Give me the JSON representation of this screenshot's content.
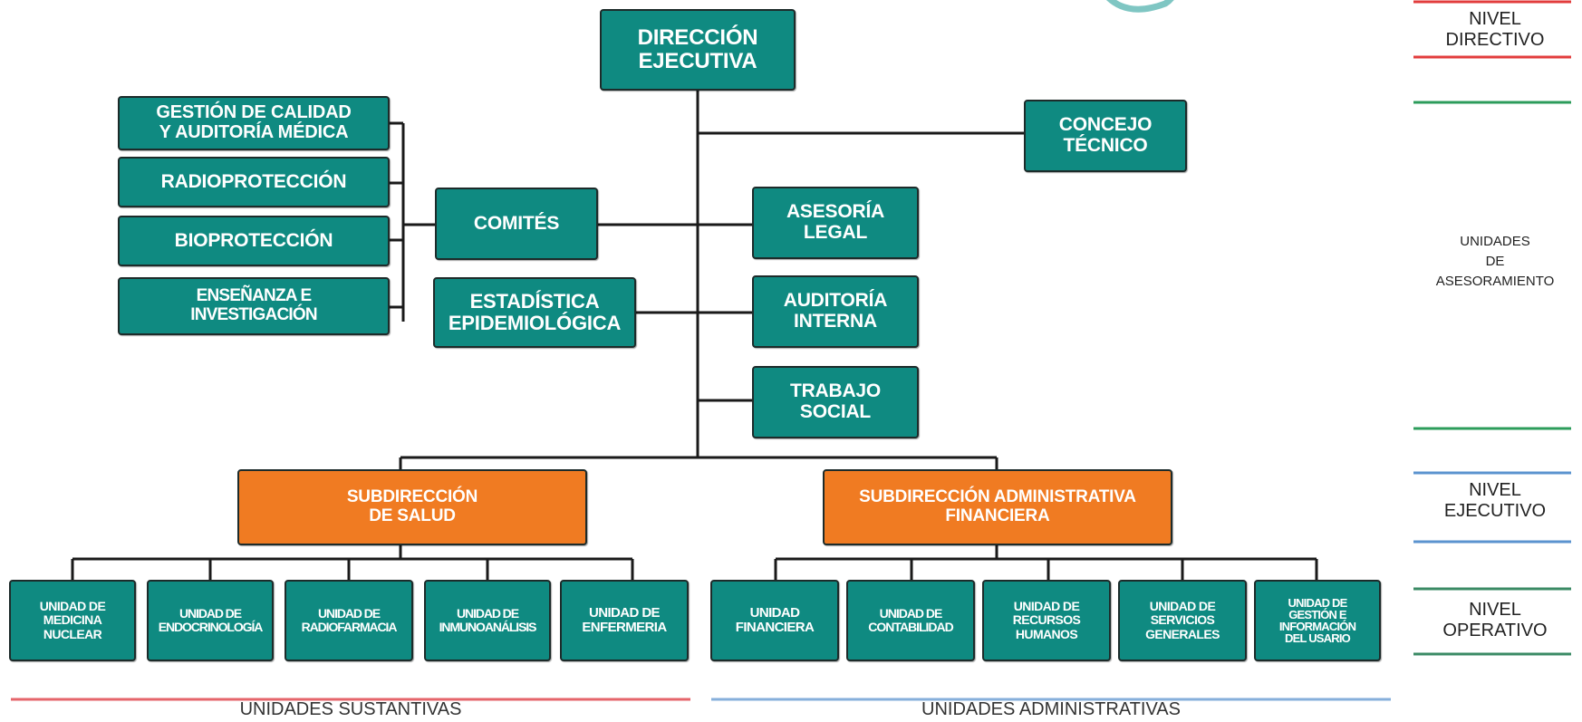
{
  "colors": {
    "box_teal": "#0f8a81",
    "box_orange": "#f07b22",
    "connector": "#1a1a1a",
    "level_red": "#e23c3c",
    "level_green": "#2c9c5b",
    "level_blue": "#5b93cf",
    "level_darkgreen": "#3a8a64",
    "footer_red": "#e5656b",
    "footer_blue": "#86afdb",
    "emblem": "#7fc6c3"
  },
  "nodes": {
    "direccion": "DIRECCIÓN\nEJECUTIVA",
    "concejo": "CONCEJO\nTÉCNICO",
    "comites": "COMITÉS",
    "gestion_calidad": "GESTIÓN DE CALIDAD\nY AUDITORÍA MÉDICA",
    "radioproteccion": "RADIOPROTECCIÓN",
    "bioproteccion": "BIOPROTECCIÓN",
    "ensenanza": "ENSEÑANZA E\nINVESTIGACIÓN",
    "estadistica": "ESTADÍSTICA\nEPIDEMIOLÓGICA",
    "asesoria_legal": "ASESORÍA\nLEGAL",
    "auditoria_interna": "AUDITORÍA\nINTERNA",
    "trabajo_social": "TRABAJO\nSOCIAL",
    "sub_salud": "SUBDIRECCIÓN\nDE SALUD",
    "sub_admin": "SUBDIRECCIÓN ADMINISTRATIVA\nFINANCIERA",
    "u_medicina": "UNIDAD DE\nMEDICINA\nNUCLEAR",
    "u_endocrinologia": "UNIDAD DE\nENDOCRINOLOGÍA",
    "u_radiofarmacia": "UNIDAD DE\nRADIOFARMACIA",
    "u_inmunoanalisis": "UNIDAD DE\nINMUNOANÁLISIS",
    "u_enfermeria": "UNIDAD DE\nENFERMERIA",
    "u_financiera": "UNIDAD\nFINANCIERA",
    "u_contabilidad": "UNIDAD  DE\nCONTABILIDAD",
    "u_rrhh": "UNIDAD DE\nRECURSOS\nHUMANOS",
    "u_servicios": "UNIDAD DE\nSERVICIOS\nGENERALES",
    "u_gestion_info": "UNIDAD DE\nGESTIÓN E\nINFORMACIÓN\nDEL USARIO"
  },
  "levels": {
    "directivo": "NIVEL\nDIRECTIVO",
    "asesoramiento": "UNIDADES\nDE\nASESORAMIENTO",
    "ejecutivo": "NIVEL\nEJECUTIVO",
    "operativo": "NIVEL\nOPERATIVO"
  },
  "footer": {
    "sustantivas": "UNIDADES SUSTANTIVAS",
    "administrativas": "UNIDADES ADMINISTRATIVAS"
  }
}
